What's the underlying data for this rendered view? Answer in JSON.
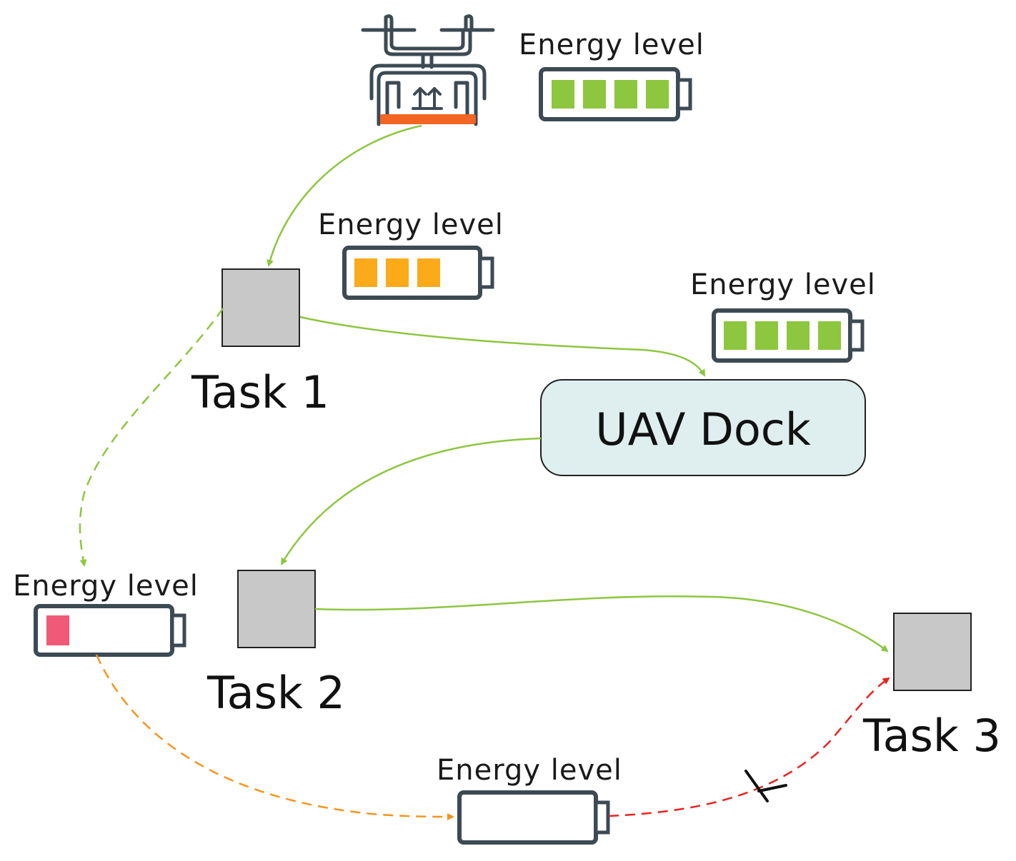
{
  "colors": {
    "ok_arrow": "#8dc63f",
    "warn_arrow": "#f7941d",
    "fail_arrow": "#e8231f",
    "battery_frame": "#3c4a54",
    "cell_full": "#8dc63f",
    "cell_mid": "#fbaa19",
    "cell_low": "#f05a78",
    "task_box_fill": "#c8c8c8",
    "dock_fill": "#dfeeee",
    "uav_payload_fill": "#f26522"
  },
  "uav": {
    "icon": "uav-drone-icon",
    "payload_icon": "upward-arrows-icon",
    "battery_label": "Energy level",
    "battery_level": 4
  },
  "tasks": [
    {
      "label": "Task 1"
    },
    {
      "label": "Task 2"
    },
    {
      "label": "Task 3"
    }
  ],
  "dock": {
    "label": "UAV Dock",
    "battery_label": "Energy level",
    "battery_level": 4
  },
  "batteries": {
    "after_task1": {
      "label": "Energy level",
      "level": 3
    },
    "low": {
      "label": "Energy level",
      "level": 1
    },
    "empty": {
      "label": "Energy level",
      "level": 0
    }
  },
  "failure_mark": "✕"
}
